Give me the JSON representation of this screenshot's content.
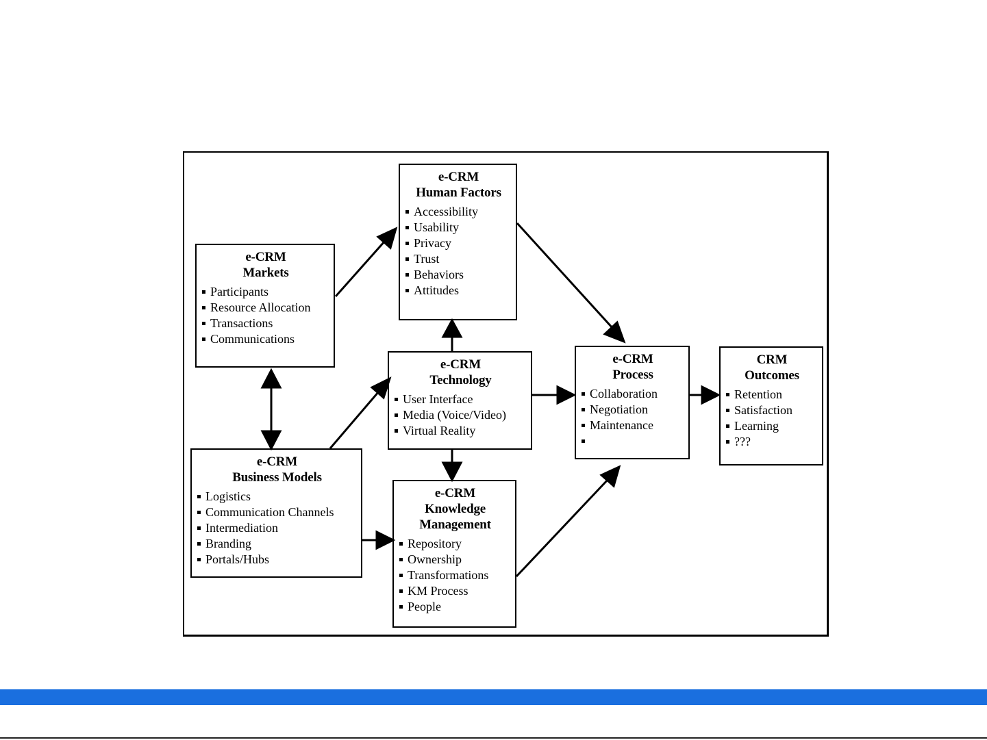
{
  "diagram": {
    "boxes": {
      "markets": {
        "title_1": "e-CRM",
        "title_2": "Markets",
        "items": [
          "Participants",
          "Resource Allocation",
          "Transactions",
          "Communications"
        ]
      },
      "human_factors": {
        "title_1": "e-CRM",
        "title_2": "Human Factors",
        "items": [
          "Accessibility",
          "Usability",
          "Privacy",
          "Trust",
          "Behaviors",
          "Attitudes"
        ]
      },
      "technology": {
        "title_1": "e-CRM",
        "title_2": "Technology",
        "items": [
          "User Interface",
          "Media (Voice/Video)",
          "Virtual Reality"
        ]
      },
      "business_models": {
        "title_1": "e-CRM",
        "title_2": "Business Models",
        "items": [
          "Logistics",
          "Communication Channels",
          "Intermediation",
          "Branding",
          "Portals/Hubs"
        ]
      },
      "knowledge_management": {
        "title_1": "e-CRM",
        "title_2": "Knowledge",
        "title_3": "Management",
        "items": [
          "Repository",
          "Ownership",
          "Transformations",
          "KM Process",
          "People"
        ]
      },
      "process": {
        "title_1": "e-CRM",
        "title_2": "Process",
        "items": [
          "Collaboration",
          "Negotiation",
          "Maintenance",
          ""
        ]
      },
      "outcomes": {
        "title_1": "CRM",
        "title_2": "Outcomes",
        "items": [
          "Retention",
          "Satisfaction",
          "Learning",
          "???"
        ]
      }
    },
    "connections": [
      {
        "from": "markets",
        "to": "human_factors"
      },
      {
        "from": "markets",
        "to": "business_models",
        "bidirectional": true
      },
      {
        "from": "business_models",
        "to": "technology"
      },
      {
        "from": "business_models",
        "to": "knowledge_management"
      },
      {
        "from": "technology",
        "to": "human_factors"
      },
      {
        "from": "technology",
        "to": "knowledge_management"
      },
      {
        "from": "technology",
        "to": "process"
      },
      {
        "from": "human_factors",
        "to": "process"
      },
      {
        "from": "knowledge_management",
        "to": "process"
      },
      {
        "from": "process",
        "to": "outcomes"
      }
    ],
    "colors": {
      "line": "#000000",
      "footer_bar": "#1a6fdf"
    }
  }
}
